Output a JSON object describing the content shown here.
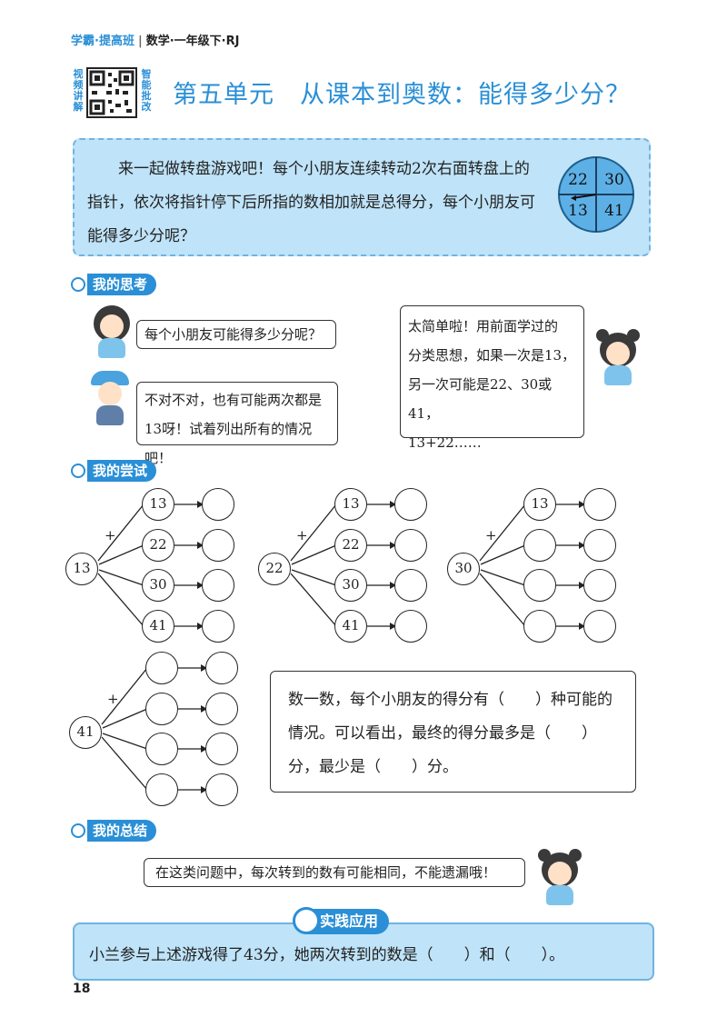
{
  "header": {
    "brand": "学霸·提高班",
    "sep": "|",
    "subject": "数学·一年级下·RJ"
  },
  "qr": {
    "left_label": "视频讲解",
    "right_label": "智能批改"
  },
  "unit_title": "第五单元　从课本到奥数：能得多少分？",
  "intro": {
    "text": "来一起做转盘游戏吧！每个小朋友连续转动2次右面转盘上的指针，依次将指针停下后所指的数相加就是总得分，每个小朋友可能得多少分呢？",
    "wheel": [
      "22",
      "30",
      "13",
      "41"
    ]
  },
  "section_think": "我的思考",
  "think": {
    "q1": "每个小朋友可能得多少分呢？",
    "q2": "不对不对，也有可能两次都是13呀！试着列出所有的情况吧！",
    "a1_lines": [
      "太简单啦！用前面学过的",
      "分类思想，如果一次是13，",
      "另一次可能是22、30或41，",
      "13+22……"
    ]
  },
  "section_try": "我的尝试",
  "trees": [
    {
      "root": "13",
      "plus": "+",
      "branches": [
        "13",
        "22",
        "30",
        "41"
      ]
    },
    {
      "root": "22",
      "plus": "+",
      "branches": [
        "13",
        "22",
        "30",
        "41"
      ]
    },
    {
      "root": "30",
      "plus": "+",
      "branches": [
        "13",
        "",
        "",
        ""
      ]
    },
    {
      "root": "41",
      "plus": "+",
      "branches": [
        "",
        "",
        "",
        ""
      ]
    }
  ],
  "count_text": "数一数，每个小朋友的得分有（　　）种可能的情况。可以看出，最终的得分最多是（　　）分，最少是（　　）分。",
  "section_summary": "我的总结",
  "summary": "在这类问题中，每次转到的数有可能相同，不能遗漏哦！",
  "practice": {
    "tag": "实践应用",
    "text": "小兰参与上述游戏得了43分，她两次转到的数是（　　）和（　　）。"
  },
  "page_number": "18"
}
